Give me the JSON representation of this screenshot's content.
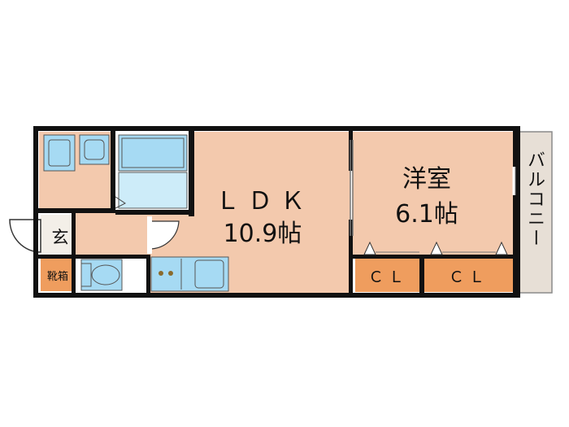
{
  "rooms": {
    "ldk": {
      "name": "ＬＤＫ",
      "size": "10.9帖"
    },
    "western": {
      "name": "洋室",
      "size": "6.1帖"
    },
    "closet_1": "ＣＬ",
    "closet_2": "ＣＬ",
    "entrance": "玄",
    "shoe_cabinet": "靴箱",
    "balcony": "バルコニー"
  },
  "colors": {
    "floor": "#f3c9ad",
    "closet": "#ef9d5e",
    "fixture": "#a6daf3",
    "balcony": "#e7dfd6",
    "wall": "#111111"
  }
}
